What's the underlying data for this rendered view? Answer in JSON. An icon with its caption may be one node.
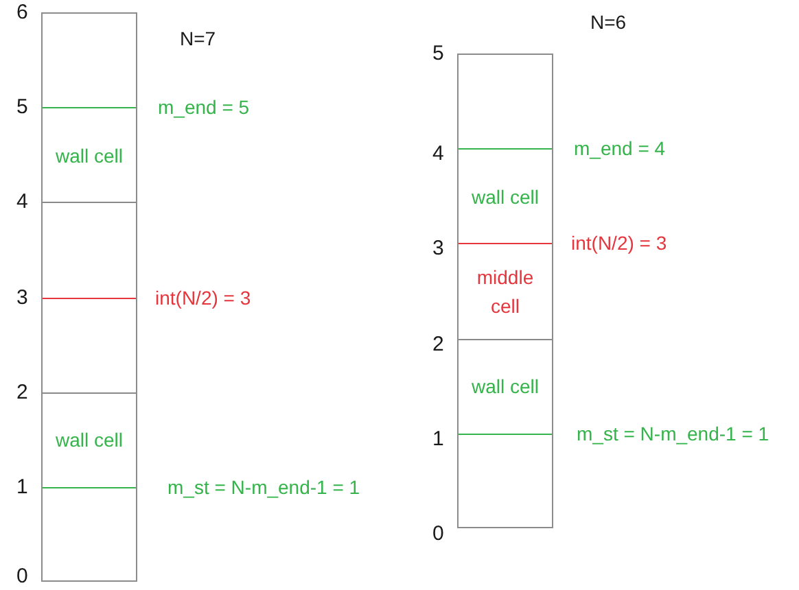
{
  "diagram": {
    "nodes": [
      {
        "text": [
          "N=7"
        ]
      },
      {
        "text": [
          "wall cell"
        ],
        "in": 0
      },
      {
        "text": [
          "wall cell"
        ],
        "in": 0
      },
      {
        "text": [
          "N=6"
        ]
      },
      {
        "text": [
          "wall cell"
        ],
        "in": 3
      },
      {
        "text": [
          "middle cell"
        ],
        "in": 3
      },
      {
        "text": [
          "wall cell"
        ],
        "in": 3
      }
    ],
    "labels": [
      "6",
      "5",
      "m_end = 5",
      "4",
      "3",
      "int(N/2) = 3",
      "2",
      "1",
      "m_st = N-m_end-1 = 1",
      "0",
      "5",
      "4",
      "m_end = 4",
      "3",
      "int(N/2) = 3",
      "2",
      "1",
      "m_st = N-m_end-1 = 1",
      "0"
    ]
  }
}
